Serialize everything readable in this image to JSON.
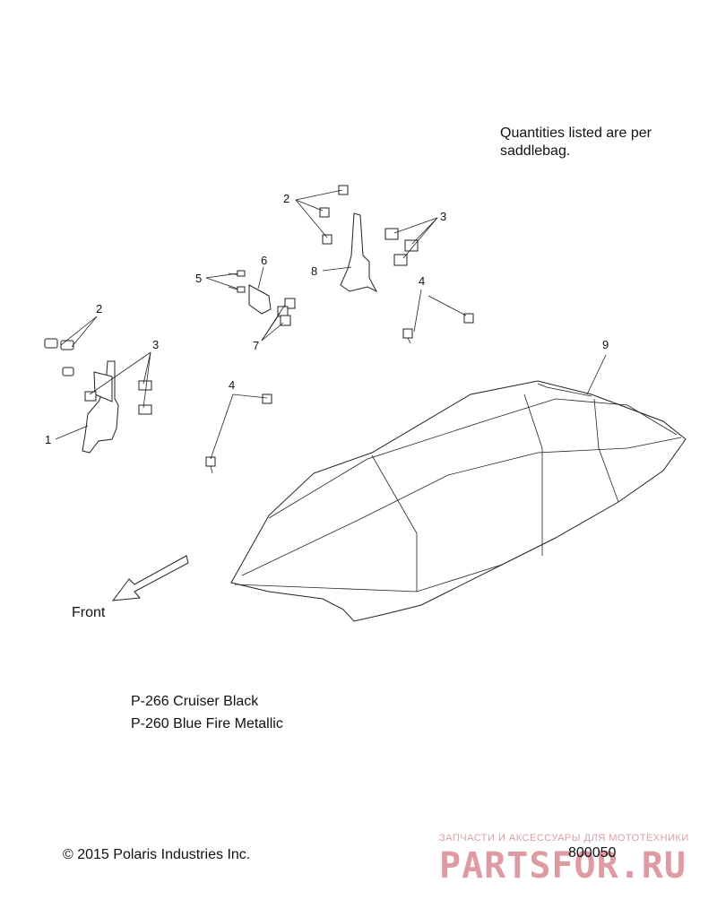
{
  "notes": {
    "quantities": "Quantities listed are per saddlebag.",
    "front": "Front",
    "paint_1": "P-266  Cruiser Black",
    "paint_2": "P-260 Blue Fire Metallic",
    "copyright": "© 2015 Polaris Industries Inc.",
    "figure_number": "800050"
  },
  "callouts": {
    "c1": "1",
    "c2a": "2",
    "c2b": "2",
    "c3a": "3",
    "c3b": "3",
    "c4a": "4",
    "c4b": "4",
    "c5": "5",
    "c6": "6",
    "c7": "7",
    "c8": "8",
    "c9": "9"
  },
  "watermark": {
    "tagline": "ЗАПЧАСТИ И АКСЕССУАРЫ ДЛЯ МОТОТЕХНИКИ",
    "brand": "PARTSFOR.RU"
  }
}
